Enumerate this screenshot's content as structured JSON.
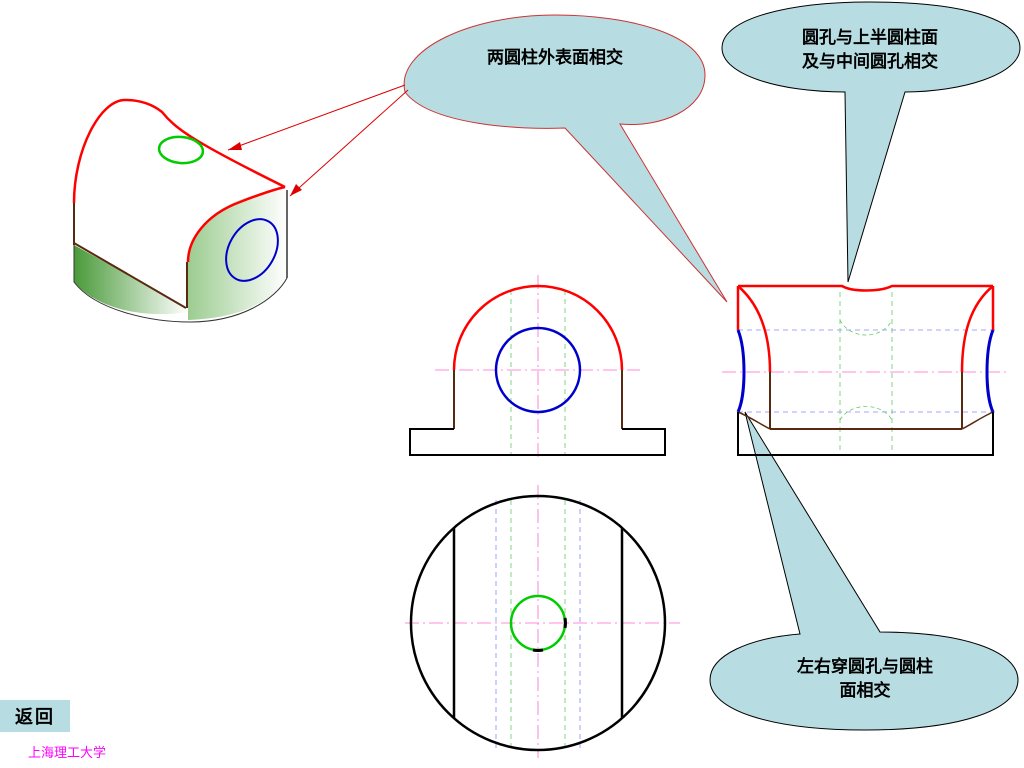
{
  "callouts": {
    "cylinders": "两圆柱外表面相交",
    "hole_top": "圆孔与上半圆柱面\n及与中间圆孔相交",
    "side_holes": "左右穿圆孔与圆柱\n面相交"
  },
  "nav": {
    "back_label": "返回"
  },
  "footer": {
    "school": "上海理工大学"
  },
  "colors": {
    "callout_fill": "#b7dde2",
    "intersection_red": "#ff0000",
    "hole_blue": "#0000cc",
    "hole_green": "#00cc00",
    "outline_black": "#000000",
    "edge_brown": "#5a2a10",
    "center_line_magenta": "#ff66cc",
    "hidden_line_blue": "#8888ff",
    "hidden_line_green": "#66cc66"
  }
}
